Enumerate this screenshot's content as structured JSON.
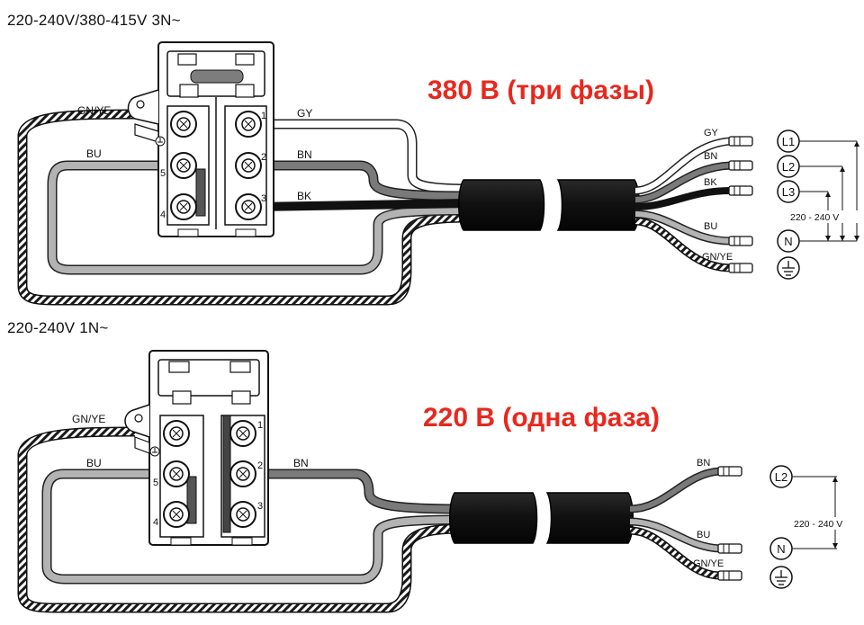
{
  "colors": {
    "title_red": "#e8281e",
    "wire_grey": "#b8b8b8",
    "wire_brown": "#7a7a7a",
    "wire_black": "#111111",
    "wire_blue": "#a9a9a9",
    "earth_stripe": "#1a1a1a"
  },
  "icons": {
    "terminal": "screw-terminal-icon",
    "earth": "ground-symbol-icon",
    "cable": "sheathed-cable-icon"
  },
  "top": {
    "header": "220-240V/380-415V 3N~",
    "title": "380 В (три фазы)",
    "wires": {
      "earth": "GN/YE",
      "neutral": "BU",
      "l1": "GY",
      "l2": "BN",
      "l3": "BK"
    },
    "ends": {
      "gy": "GY",
      "bn": "BN",
      "bk": "BK",
      "bu": "BU",
      "earth": "GN/YE"
    },
    "terminals": {
      "l1": "L1",
      "l2": "L2",
      "l3": "L3",
      "n": "N"
    },
    "voltage": "220 - 240 V",
    "block_numbers": {
      "t1": "1",
      "t2": "2",
      "t3": "3",
      "t4": "4",
      "t5": "5"
    }
  },
  "bottom": {
    "header": "220-240V 1N~",
    "title": "220 В (одна фаза)",
    "wires": {
      "earth": "GN/YE",
      "neutral": "BU",
      "live": "BN"
    },
    "ends": {
      "bn": "BN",
      "bu": "BU",
      "earth": "GN/YE"
    },
    "terminals": {
      "l2": "L2",
      "n": "N"
    },
    "voltage": "220 - 240 V",
    "block_numbers": {
      "t1": "1",
      "t2": "2",
      "t3": "3",
      "t4": "4",
      "t5": "5"
    }
  }
}
